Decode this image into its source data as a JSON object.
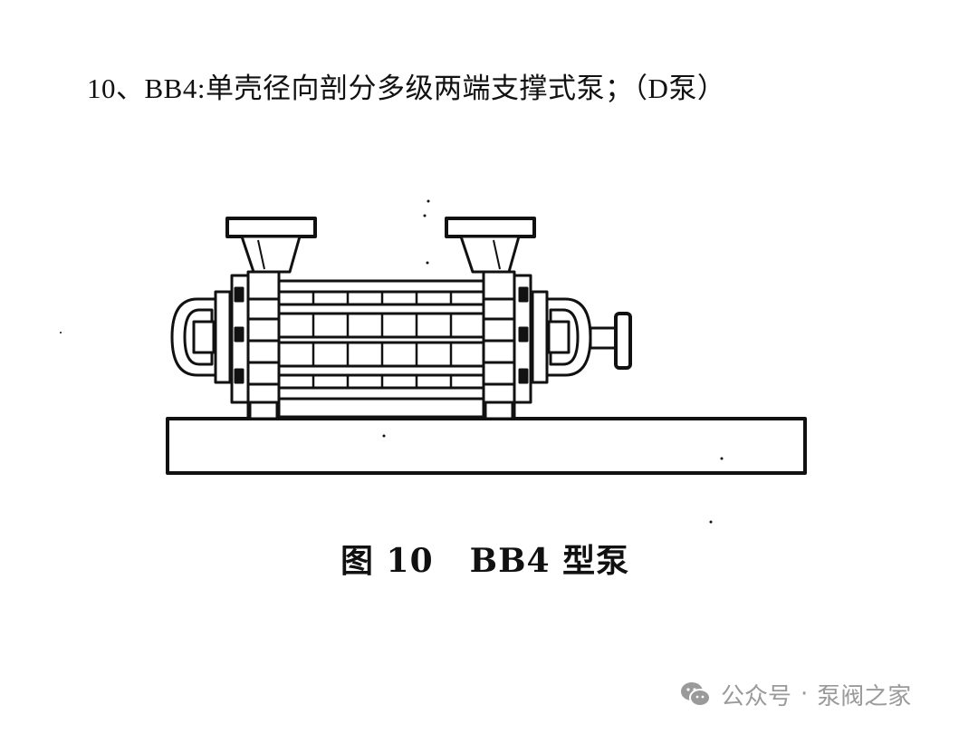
{
  "heading": {
    "text": "10、BB4:单壳径向剖分多级两端支撑式泵；（D泵）"
  },
  "figure": {
    "caption_number": "图 10",
    "caption_title": "BB4 型泵"
  },
  "watermark": {
    "icon": "wechat-icon",
    "account_type": "公众号",
    "separator": "·",
    "account_name": "泵阀之家"
  },
  "colors": {
    "ink": "#111111",
    "watermark": "#9a9a9a",
    "background": "#ffffff"
  }
}
